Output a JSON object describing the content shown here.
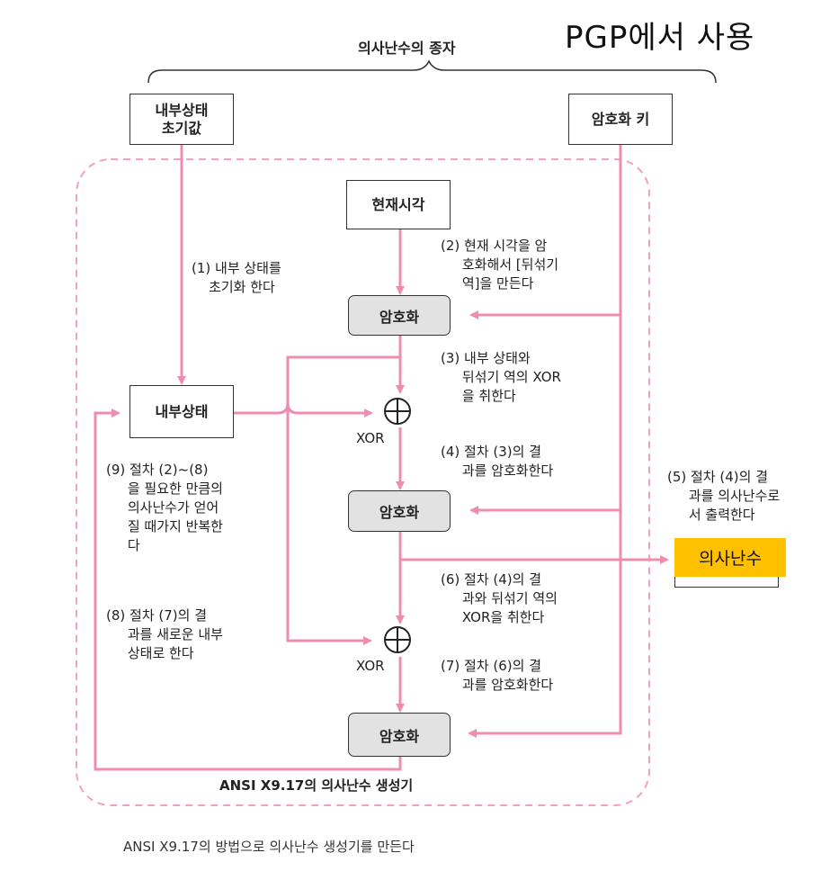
{
  "header": {
    "title": "PGP에서 사용",
    "seed_label": "의사난수의 종자"
  },
  "boxes": {
    "internal_init": "내부상태\n초기값",
    "key": "암호화 키",
    "time": "현재시각",
    "enc1": "암호화",
    "state": "내부상태",
    "enc2": "암호화",
    "random": "의사난수",
    "enc3": "암호화"
  },
  "xor_label": "XOR",
  "steps": {
    "s1": "(1) 내부 상태를\n    초기화 한다",
    "s2": "(2) 현재 시각을 암\n     호화해서 [뒤섞기\n     역]을 만든다",
    "s3": "(3) 내부 상태와\n     뒤섞기 역의 XOR\n     을 취한다",
    "s4": "(4) 절차 (3)의 결\n     과를 암호화한다",
    "s5": "(5) 절차 (4)의 결\n     과를 의사난수로\n     서 출력한다",
    "s6": "(6) 절차 (4)의 결\n     과와 뒤섞기 역의\n     XOR을 취한다",
    "s7": "(7) 절차 (6)의 결\n     과를 암호화한다",
    "s8": "(8) 절차 (7)의 결\n     과를 새로운 내부\n     상태로 한다",
    "s9": "(9) 절차 (2)~(8)\n     을 필요한 만큼의\n     의사난수가 얻어\n     질 때가지 반복한\n     다"
  },
  "generator_label": "ANSI X9.17의 의사난수 생성기",
  "caption": "ANSI X9.17의 방법으로 의사난수 생성기를 만든다",
  "colors": {
    "arrow": "#f08cb0",
    "dashed_border": "#f4a0c0",
    "box_gray": "#e2e2e2",
    "highlight": "#ffc000"
  }
}
